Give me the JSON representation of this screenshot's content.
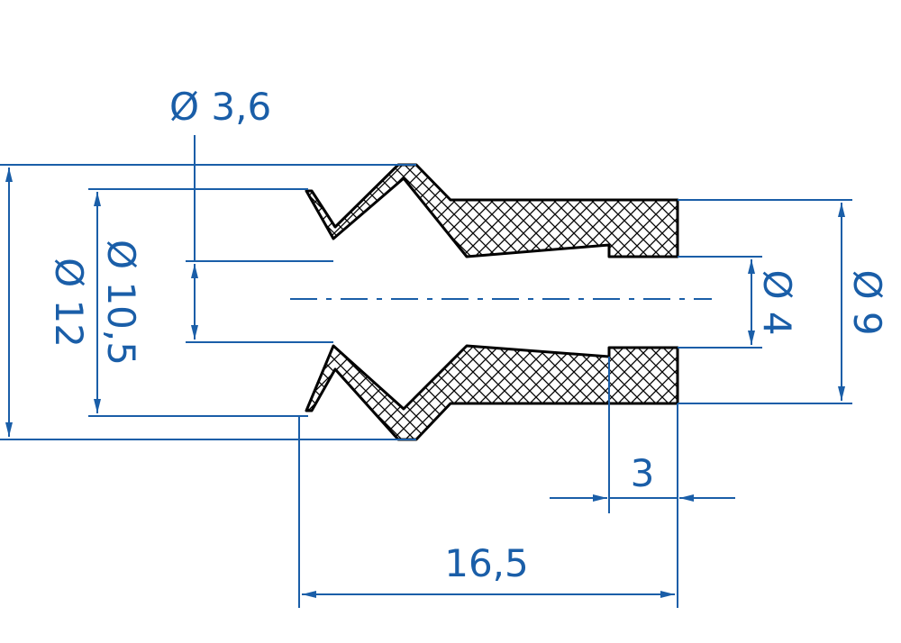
{
  "colors": {
    "dimension": "#1a5ea8",
    "outline": "#000000",
    "hatch": "#000000",
    "background": "#ffffff"
  },
  "dimensions": {
    "hole_diameter": "Ø 3,6",
    "outer_diameter": "Ø 12",
    "lip_diameter": "Ø 10,5",
    "bore_diameter": "Ø 4",
    "shank_diameter": "Ø 9",
    "end_length": "3",
    "total_length": "16,5"
  }
}
